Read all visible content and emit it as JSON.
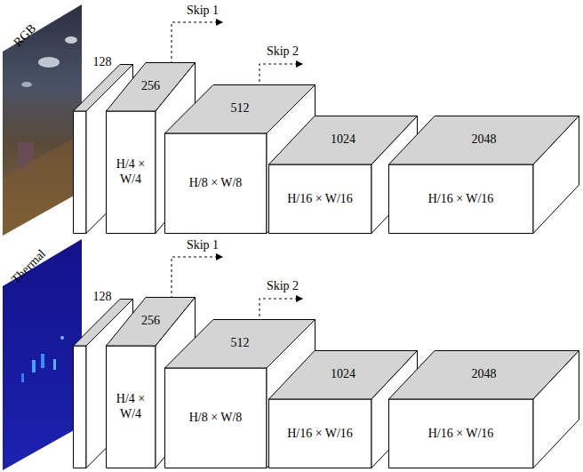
{
  "diagram": {
    "nodes": [
      {
        "text": [
          "128"
        ]
      },
      {
        "text": [
          "256",
          "H/4 × W/4"
        ]
      },
      {
        "text": [
          "512",
          "H/8 × W/8"
        ]
      },
      {
        "text": [
          "1024",
          "H/16 × W/16"
        ]
      },
      {
        "text": [
          "2048",
          "H/16 × W/16"
        ]
      },
      {
        "text": [
          "128"
        ]
      },
      {
        "text": [
          "256",
          "H/4 × W/4"
        ]
      },
      {
        "text": [
          "512",
          "H/8 × W/8"
        ]
      },
      {
        "text": [
          "1024",
          "H/16 × W/16"
        ]
      },
      {
        "text": [
          "2048",
          "H/16 × W/16"
        ]
      }
    ],
    "labels": [
      "RGB",
      "Skip 1",
      "Skip 2",
      "Thermal",
      "Skip 1",
      "Skip 2"
    ]
  }
}
